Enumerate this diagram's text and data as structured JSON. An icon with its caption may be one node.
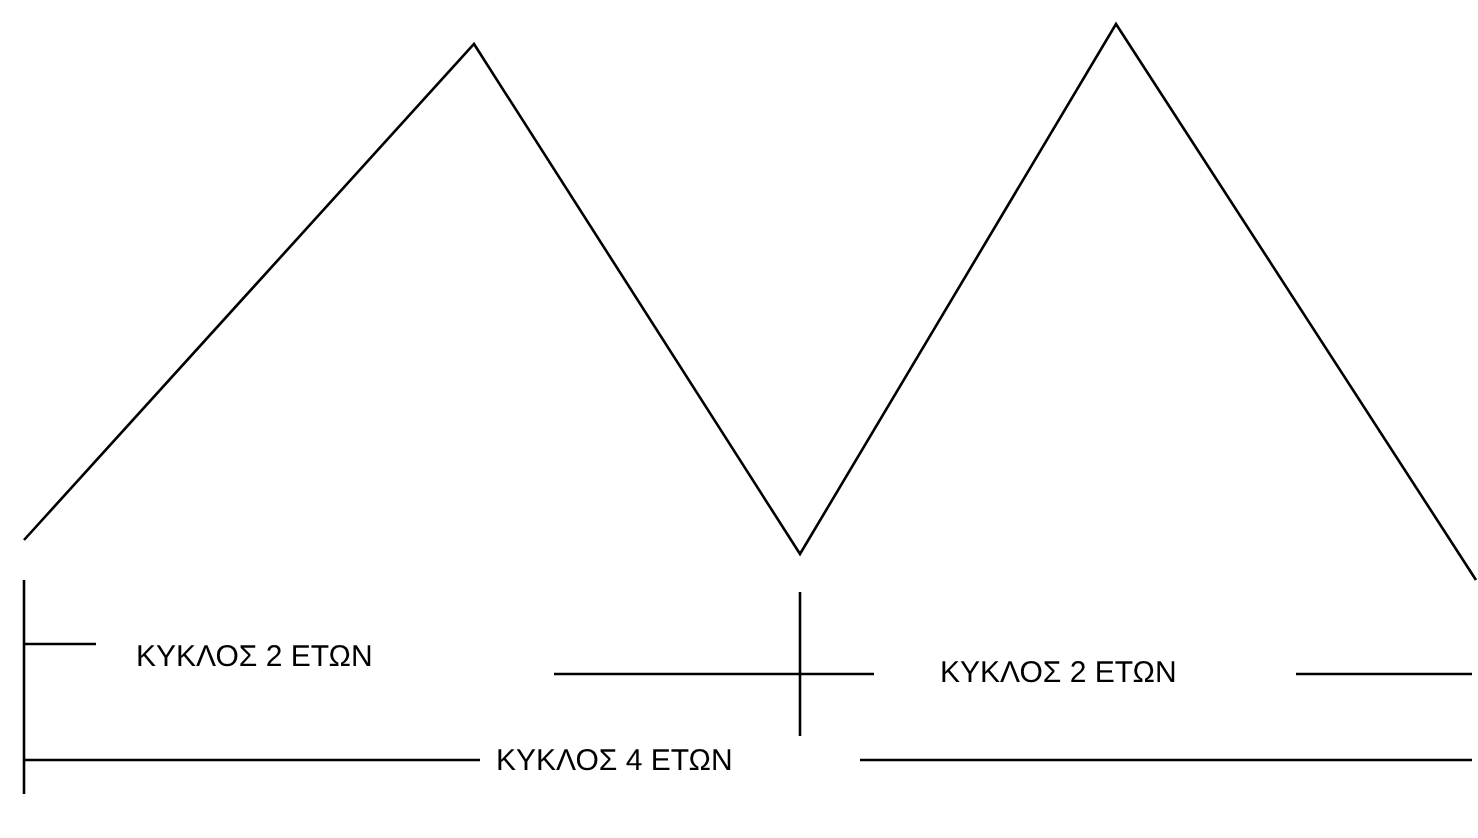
{
  "diagram": {
    "labels": [
      "ΚΥΚΛΟΣ 2 ΕΤΩΝ",
      "ΚΥΚΛΟΣ 2 ΕΤΩΝ",
      "ΚΥΚΛΟΣ 4 ΕΤΩΝ"
    ]
  }
}
